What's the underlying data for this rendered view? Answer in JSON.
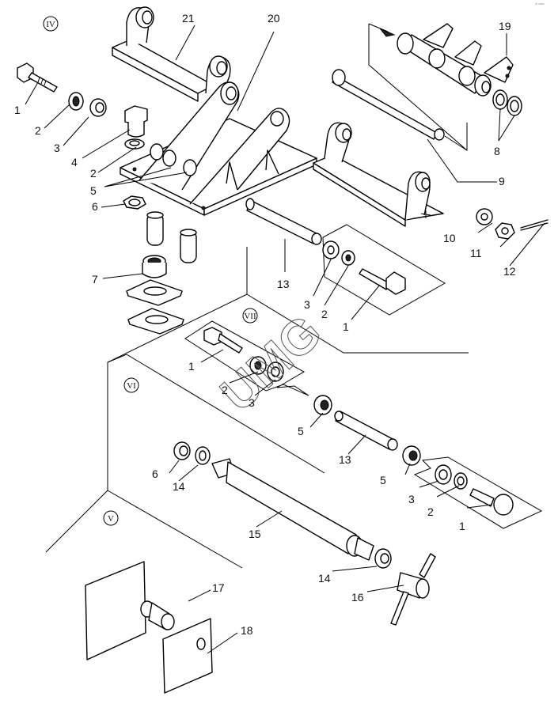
{
  "diagram": {
    "type": "exploded-parts-diagram",
    "watermark": "UMG",
    "corner_mark": "ᵃᶠ ʷʷʷ",
    "views": [
      {
        "id": "view-iv",
        "label": "IV"
      },
      {
        "id": "view-vii",
        "label": "VII"
      },
      {
        "id": "view-vi",
        "label": "VI"
      },
      {
        "id": "view-v",
        "label": "V"
      }
    ],
    "callouts": {
      "iv_1": "1",
      "iv_2a": "2",
      "iv_3": "3",
      "iv_4": "4",
      "iv_2b": "2",
      "iv_5": "5",
      "iv_6": "6",
      "iv_7": "7",
      "iv_21": "21",
      "iv_20": "20",
      "iv_19": "19",
      "iv_8": "8",
      "iv_9": "9",
      "iv_10": "10",
      "iv_11": "11",
      "iv_12": "12",
      "iv_13": "13",
      "iv_3b": "3",
      "iv_2c": "2",
      "iv_1b": "1",
      "vii_1": "1",
      "vii_2": "2",
      "vii_3": "3",
      "vi_5a": "5",
      "vi_13": "13",
      "vi_5b": "5",
      "vi_3": "3",
      "vi_2": "2",
      "vi_1": "1",
      "vi_6": "6",
      "vi_14a": "14",
      "vi_15": "15",
      "vi_14b": "14",
      "vi_16": "16",
      "v_17": "17",
      "v_18": "18"
    }
  }
}
